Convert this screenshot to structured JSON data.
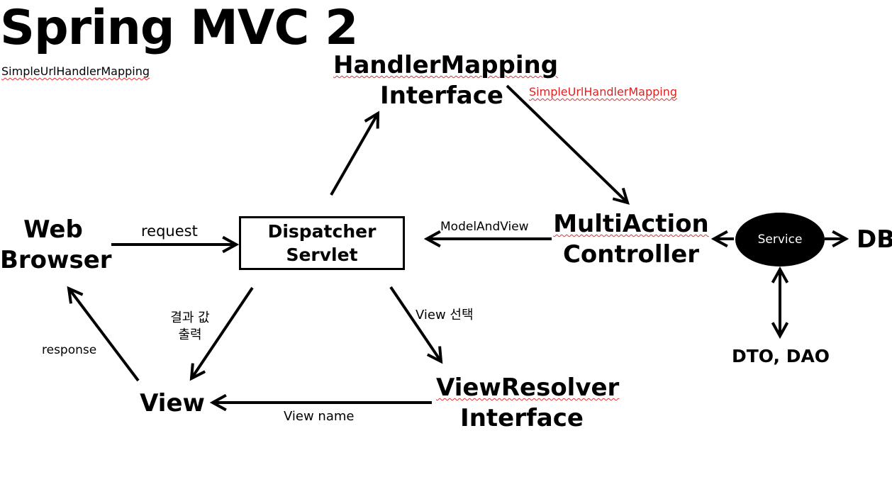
{
  "title": "Spring MVC 2",
  "subtitle": "SimpleUrlHandlerMapping",
  "nodes": {
    "web_browser": [
      "Web",
      "Browser"
    ],
    "dispatcher_servlet": [
      "Dispatcher",
      "Servlet"
    ],
    "handler_mapping": [
      "HandlerMapping",
      "Interface"
    ],
    "multiaction_controller": [
      "MultiAction",
      "Controller"
    ],
    "service": "Service",
    "db": "DB",
    "dto_dao": "DTO, DAO",
    "view_resolver": [
      "ViewResolver",
      "Interface"
    ],
    "view": "View"
  },
  "edge_labels": {
    "request": "request",
    "simple_url_handler_mapping": "SimpleUrlHandlerMapping",
    "model_and_view": "ModelAndView",
    "view_select": "View 선택",
    "view_name": "View name",
    "result_output": [
      "결과 값",
      "출력"
    ],
    "response": "response"
  },
  "colors": {
    "stroke": "#000000",
    "annotation_red": "#e02020",
    "service_fill": "#000000"
  }
}
